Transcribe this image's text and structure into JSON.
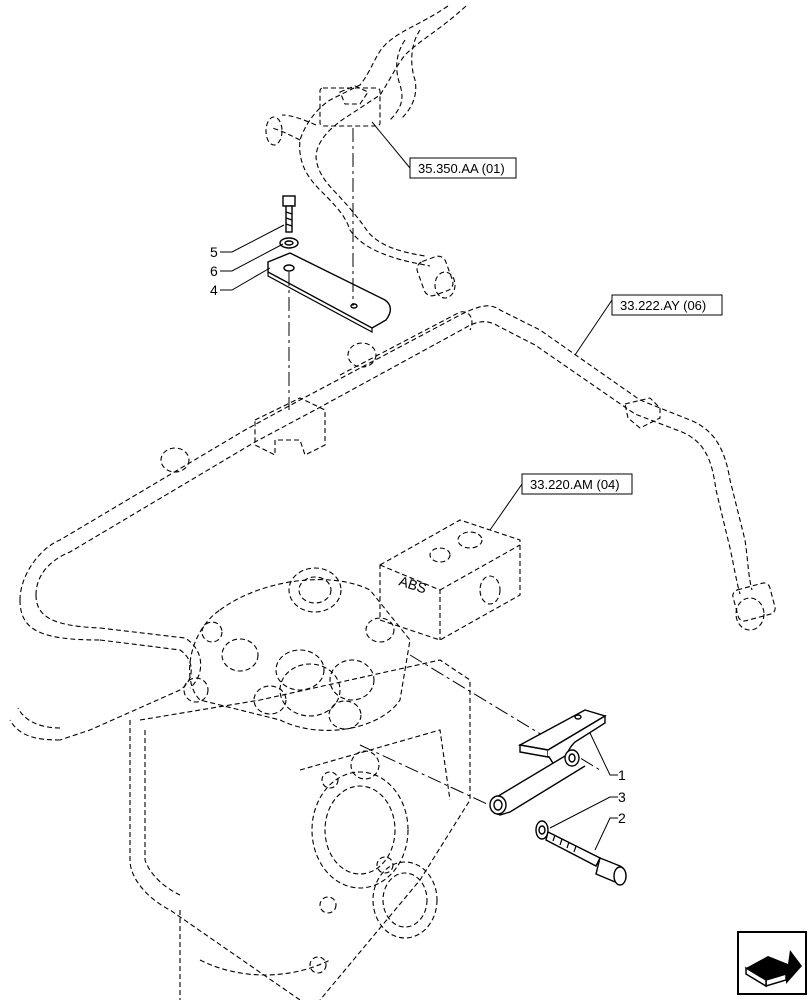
{
  "references": {
    "ref_top": "35.350.AA (01)",
    "ref_pipe": "33.222.AY (06)",
    "ref_valve": "33.220.AM (04)"
  },
  "callouts": {
    "c1": "1",
    "c2": "2",
    "c3": "3",
    "c4": "4",
    "c5": "5",
    "c6": "6"
  },
  "valve_badge": "ABS",
  "nav_icon": "navigation-arrow-icon"
}
